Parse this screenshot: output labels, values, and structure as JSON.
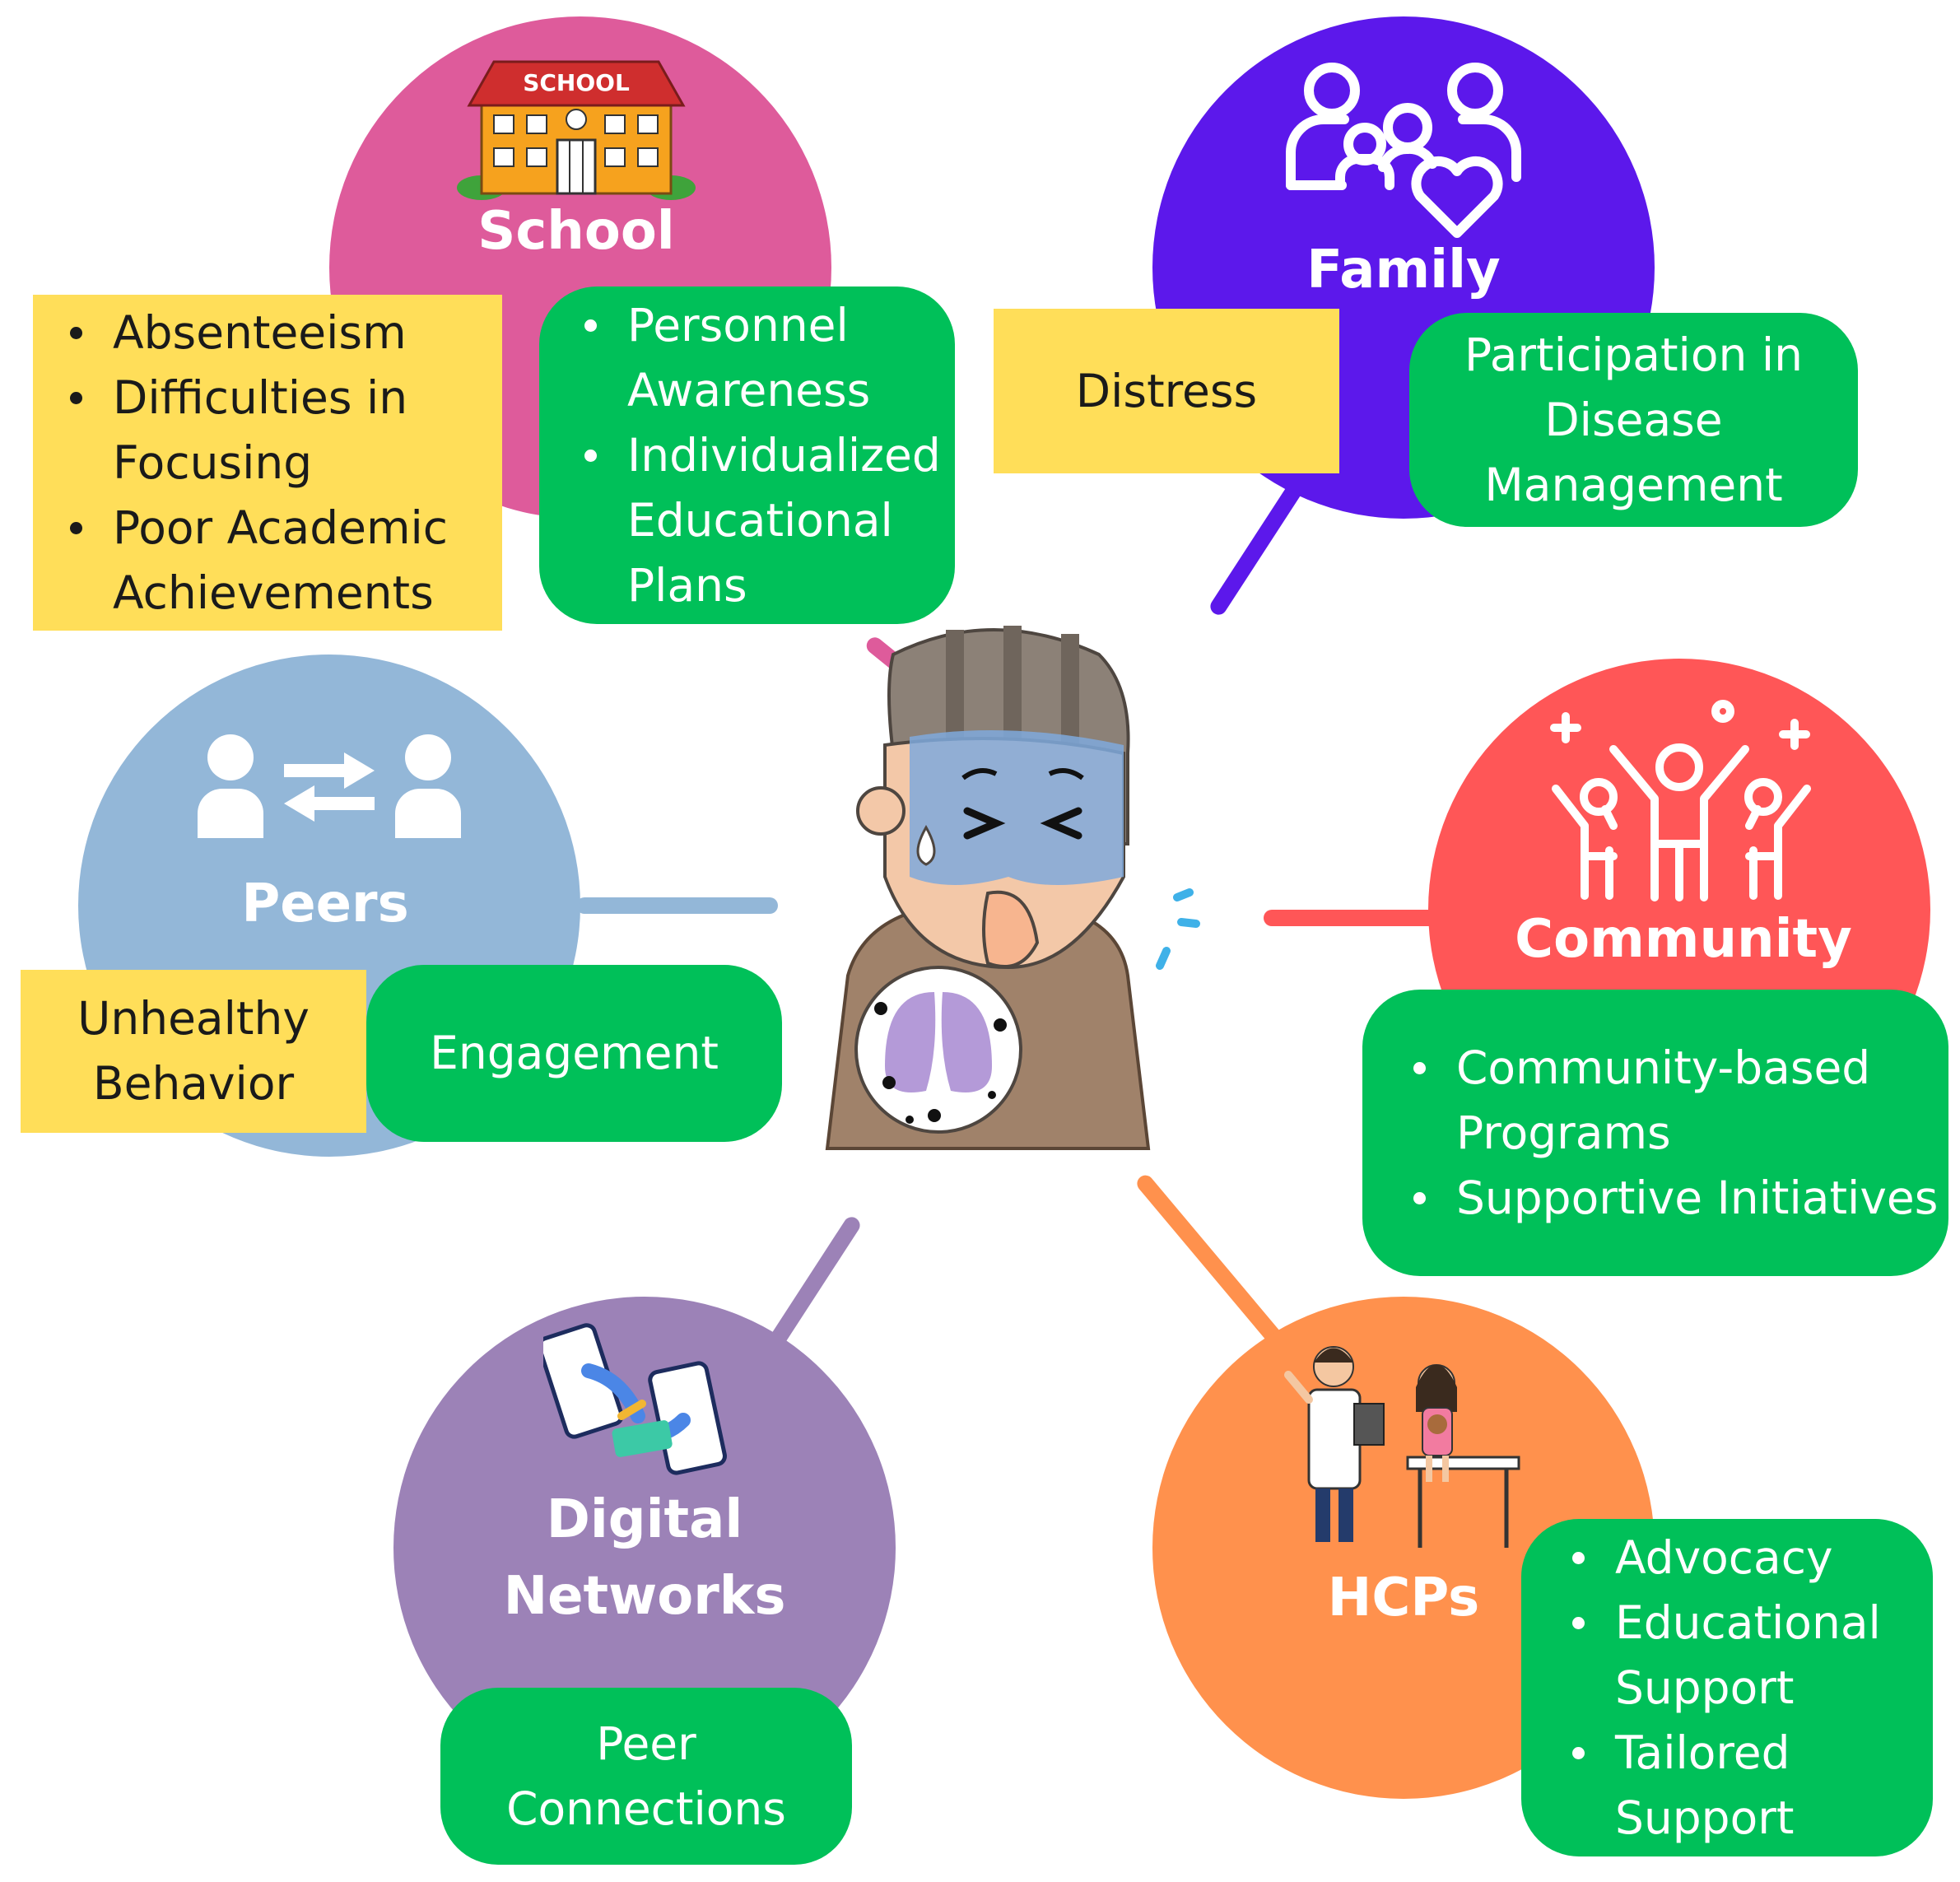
{
  "nodes": {
    "school": {
      "title": "School",
      "circle_color": "#de5b9b",
      "icon": "school-building-icon",
      "icon_sign": "SCHOOL"
    },
    "family": {
      "title": "Family",
      "circle_color": "#5c18eb",
      "icon": "family-heart-icon"
    },
    "peers": {
      "title": "Peers",
      "circle_color": "#93b7d8",
      "icon": "peer-exchange-icon"
    },
    "community": {
      "title": "Community",
      "circle_color": "#ff5657",
      "icon": "community-celebration-icon"
    },
    "digital": {
      "title_line1": "Digital",
      "title_line2": "Networks",
      "circle_color": "#9c82b7",
      "icon": "phones-connection-icon"
    },
    "hcps": {
      "title": "HCPs",
      "circle_color": "#ff914d",
      "icon": "doctor-child-icon"
    }
  },
  "boxes": {
    "school_challenges": [
      "Absenteeism",
      "Difficulties in Focusing",
      "Poor Academic Achievements"
    ],
    "school_supports": [
      "Personnel Awareness",
      "Individualized Educational Plans"
    ],
    "family_challenge": "Distress",
    "family_support": "Participation in Disease Management",
    "peers_challenge": "Unhealthy Behavior",
    "peers_support": "Engagement",
    "community_supports": [
      "Community-based Programs",
      "Supportive Initiatives"
    ],
    "digital_support": "Peer Connections",
    "hcps_supports": [
      "Advocacy",
      "Educational Support",
      "Tailored Support"
    ]
  },
  "center": {
    "icon": "coughing-child-icon"
  },
  "colors": {
    "challenge_box": "#ffde59",
    "support_box": "#00c059",
    "school_line": "#de5b9b",
    "family_line": "#5c18eb",
    "peers_line": "#93b7d8",
    "community_line": "#ff5657",
    "digital_line": "#9c82b7",
    "hcps_line": "#ff914d"
  }
}
